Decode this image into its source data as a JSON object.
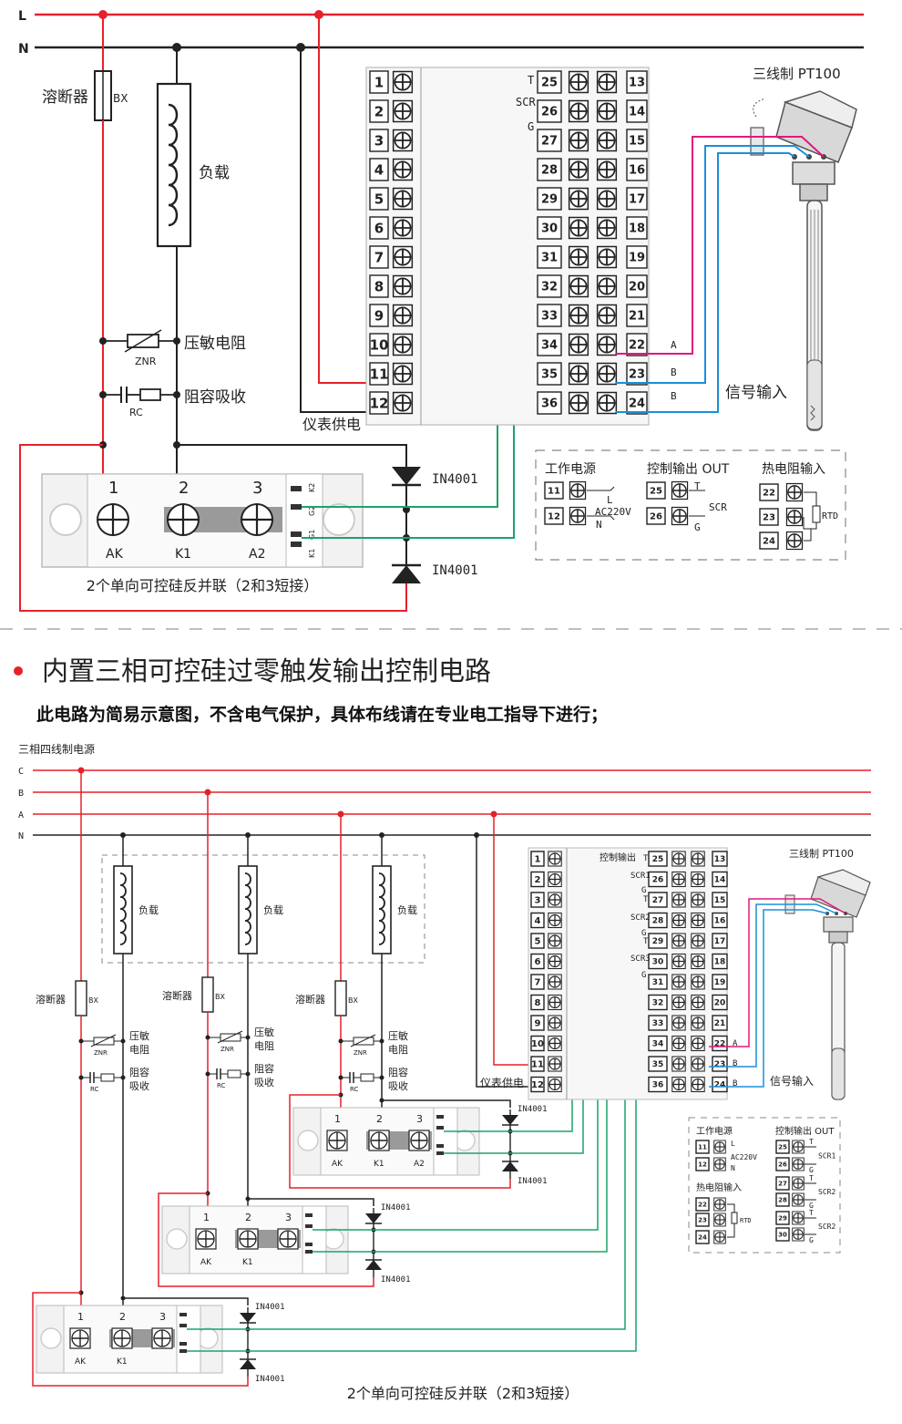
{
  "colors": {
    "phase": "#e6212a",
    "neutral": "#222222",
    "signal": "#1aa36a",
    "pink": "#e0197d",
    "blue": "#1a8fd8",
    "dash": "#999999"
  },
  "diagram1": {
    "line_L": "L",
    "line_N": "N",
    "fuse": "溶断器",
    "fuse_code": "BX",
    "load": "负载",
    "varistor": "压敏电阻",
    "varistor_code": "ZNR",
    "rc": "阻容吸收",
    "rc_code": "RC",
    "meter_supply": "仪表供电",
    "diode": "IN4001",
    "scr_pins": [
      "1",
      "2",
      "3"
    ],
    "scr_pin_labels": [
      "AK",
      "K1",
      "A2"
    ],
    "scr_side": [
      "K2",
      "G2",
      "G1",
      "K1"
    ],
    "scr_caption": "2个单向可控硅反并联（2和3短接）",
    "left_terms": [
      "1",
      "2",
      "3",
      "4",
      "5",
      "6",
      "7",
      "8",
      "9",
      "10",
      "11",
      "12"
    ],
    "mid_terms": [
      "25",
      "26",
      "27",
      "28",
      "29",
      "30",
      "31",
      "32",
      "33",
      "34",
      "35",
      "36"
    ],
    "right_terms": [
      "13",
      "14",
      "15",
      "16",
      "17",
      "18",
      "19",
      "20",
      "21",
      "22",
      "23",
      "24"
    ],
    "out_labels": [
      "T",
      "SCR",
      "G"
    ],
    "sensor_title": "三线制 PT100",
    "signal_in": "信号输入",
    "wire_labels": [
      "A",
      "B",
      "B"
    ],
    "legend": {
      "power_title": "工作电源",
      "power_terms": [
        "11",
        "12"
      ],
      "power_sig": [
        "L",
        "AC220V",
        "N"
      ],
      "out_title": "控制输出 OUT",
      "out_terms": [
        "25",
        "26"
      ],
      "out_sig": [
        "T",
        "SCR",
        "G"
      ],
      "rtd_title": "热电阻输入",
      "rtd_terms": [
        "22",
        "23",
        "24"
      ],
      "rtd_code": "RTD"
    }
  },
  "section": {
    "title": "内置三相可控硅过零触发输出控制电路",
    "note": "此电路为简易示意图，不含电气保护，具体布线请在专业电工指导下进行；"
  },
  "diagram2": {
    "power_title": "三相四线制电源",
    "lines": [
      "C",
      "B",
      "A",
      "N"
    ],
    "load": "负载",
    "fuse": "溶断器",
    "fuse_code": "BX",
    "varistor_a": "压敏",
    "varistor_b": "电阻",
    "varistor_code": "ZNR",
    "rc_a": "阻容",
    "rc_b": "吸收",
    "rc_code": "RC",
    "diode": "IN4001",
    "meter_supply": "仪表供电",
    "ctrl_out": "控制输出",
    "out_labels": [
      "T",
      "SCR1",
      "G",
      "T",
      "SCR2",
      "G",
      "T",
      "SCR3",
      "G"
    ],
    "sensor_title": "三线制 PT100",
    "signal_in": "信号输入",
    "wire_labels": [
      "A",
      "B",
      "B"
    ],
    "caption": "2个单向可控硅反并联（2和3短接）",
    "legend": {
      "power_title": "工作电源",
      "power_terms": [
        "11",
        "12"
      ],
      "power_sig": [
        "L",
        "AC220V",
        "N"
      ],
      "out_title": "控制输出 OUT",
      "out_rows": [
        {
          "terms": [
            "25",
            "26"
          ],
          "sig": [
            "T",
            "SCR1",
            "G"
          ]
        },
        {
          "terms": [
            "27",
            "28"
          ],
          "sig": [
            "T",
            "SCR2",
            "G"
          ]
        },
        {
          "terms": [
            "29",
            "30"
          ],
          "sig": [
            "T",
            "SCR2",
            "G"
          ]
        }
      ],
      "rtd_title": "热电阻输入",
      "rtd_terms": [
        "22",
        "23",
        "24"
      ],
      "rtd_code": "RTD"
    }
  }
}
